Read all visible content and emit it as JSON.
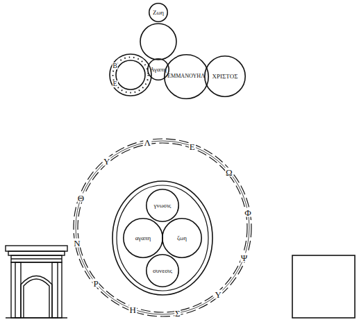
{
  "diagram": {
    "nodes": [
      {
        "text": [
          "Ζωη"
        ]
      },
      {
        "text": [
          "Αγαπη"
        ]
      },
      {
        "text": [
          "ΕΜΜΑΝΟΥΗΛ"
        ]
      },
      {
        "text": [
          "ΧΡΙΣΤΟΣ"
        ]
      },
      {
        "text": [
          "γνωσις"
        ]
      },
      {
        "text": [
          "αγαπη"
        ]
      },
      {
        "text": [
          "ζωη"
        ]
      },
      {
        "text": [
          "συνεσις"
        ]
      }
    ],
    "labels": [
      "Λ",
      "Ε",
      "Ω",
      "Φ",
      "Ψ",
      "Υ",
      "Σ",
      "Η",
      "Ρ",
      "Ν",
      "Θ",
      "Υ",
      "Β",
      "Ε"
    ]
  }
}
